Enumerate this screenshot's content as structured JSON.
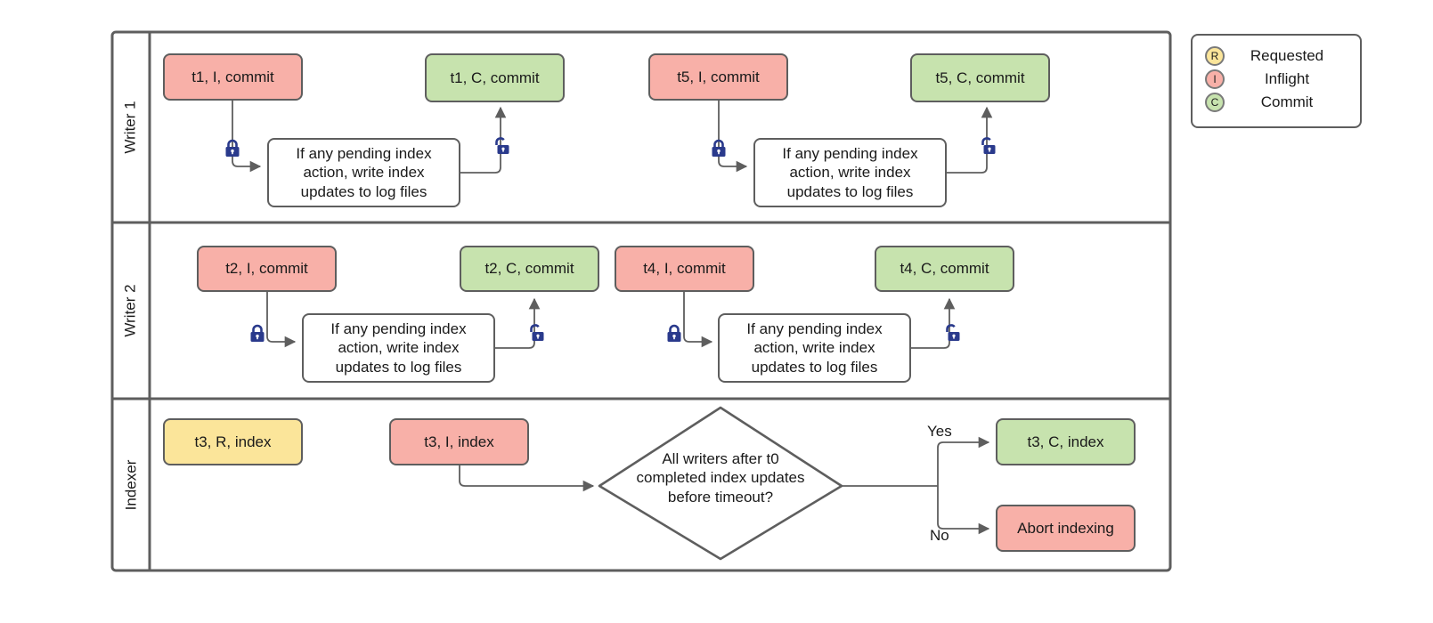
{
  "diagram": {
    "title": "Writer/Indexer lock coordination swimlane",
    "colors": {
      "pink": "#f8b0a8",
      "green": "#c7e3ae",
      "yellow": "#fbe59a",
      "stroke": "#5e5e5e",
      "lock": "#2a3a8c",
      "text": "#1a1a1a"
    }
  },
  "lanes": [
    {
      "label": "Writer 1"
    },
    {
      "label": "Writer 2"
    },
    {
      "label": "Indexer"
    }
  ],
  "writer1": {
    "t1_inflight": "t1, I, commit",
    "t1_commit": "t1, C, commit",
    "t1_action": "If any pending index action, write index updates to log files",
    "t5_inflight": "t5, I, commit",
    "t5_commit": "t5, C, commit",
    "t5_action": "If any pending index action, write index updates to log files"
  },
  "writer2": {
    "t2_inflight": "t2, I, commit",
    "t2_commit": "t2, C, commit",
    "t2_action": "If any pending index action, write index updates to log files",
    "t4_inflight": "t4, I, commit",
    "t4_commit": "t4, C, commit",
    "t4_action": "If any pending index action, write index updates to log files"
  },
  "indexer": {
    "requested": "t3, R, index",
    "inflight": "t3, I, index",
    "decision": "All writers after t0 completed index updates before timeout?",
    "decision_line1": "All writers after t0",
    "decision_line2": "completed index updates",
    "decision_line3": "before timeout?",
    "yes_label": "Yes",
    "no_label": "No",
    "commit": "t3, C, index",
    "abort": "Abort indexing"
  },
  "legend": {
    "items": [
      {
        "key": "R",
        "label": "Requested"
      },
      {
        "key": "I",
        "label": "Inflight"
      },
      {
        "key": "C",
        "label": "Commit"
      }
    ]
  },
  "icons": {
    "lock_closed": "lock-closed-icon",
    "lock_open": "lock-open-icon"
  }
}
